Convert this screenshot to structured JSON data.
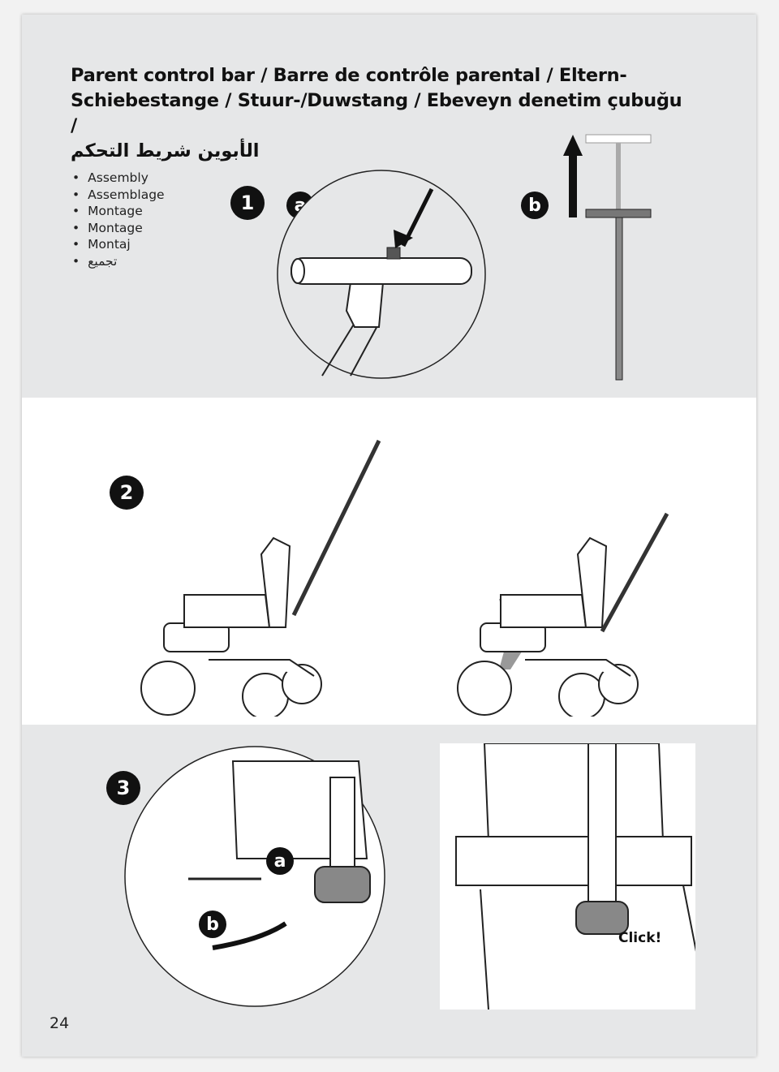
{
  "title": {
    "line1": "Parent control bar / Barre de contrôle parental / Eltern-",
    "line2": "Schiebestange / Stuur-/Duwstang / Ebeveyn denetim çubuğu /",
    "line3": "الأبوين شريط التحكم"
  },
  "section_list": [
    "Assembly",
    "Assemblage",
    "Montage",
    "Montage",
    "Montaj",
    "تجميع"
  ],
  "steps": {
    "step1": "1",
    "step2": "2",
    "step3": "3"
  },
  "sub_labels": {
    "a": "a",
    "b": "b"
  },
  "click_label": "Click!",
  "page_number": "24"
}
